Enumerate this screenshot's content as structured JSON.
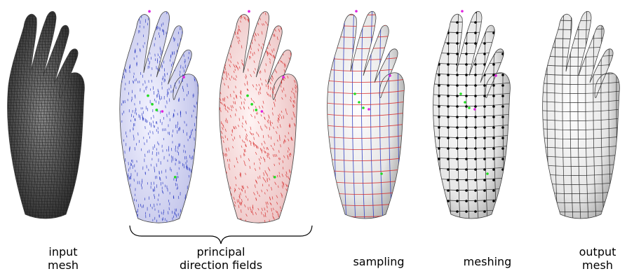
{
  "labels": {
    "input": [
      "input",
      "mesh"
    ],
    "principal": [
      "principal",
      "direction fields"
    ],
    "sampling": [
      "sampling"
    ],
    "meshing": [
      "meshing"
    ],
    "output": [
      "output",
      "mesh"
    ]
  },
  "colors": {
    "background": "#ffffff",
    "input_wire": "#1a1a1a",
    "field_blue": "#1f2fbf",
    "field_red": "#d42525",
    "singularity_green": "#22dd22",
    "singularity_magenta": "#e020e0",
    "sample_point": "#000000",
    "surface": "#f1f1f1",
    "surface_shadow": "#9a9a9a"
  },
  "icons": [
    "hand-mesh-model",
    "curly-brace"
  ]
}
